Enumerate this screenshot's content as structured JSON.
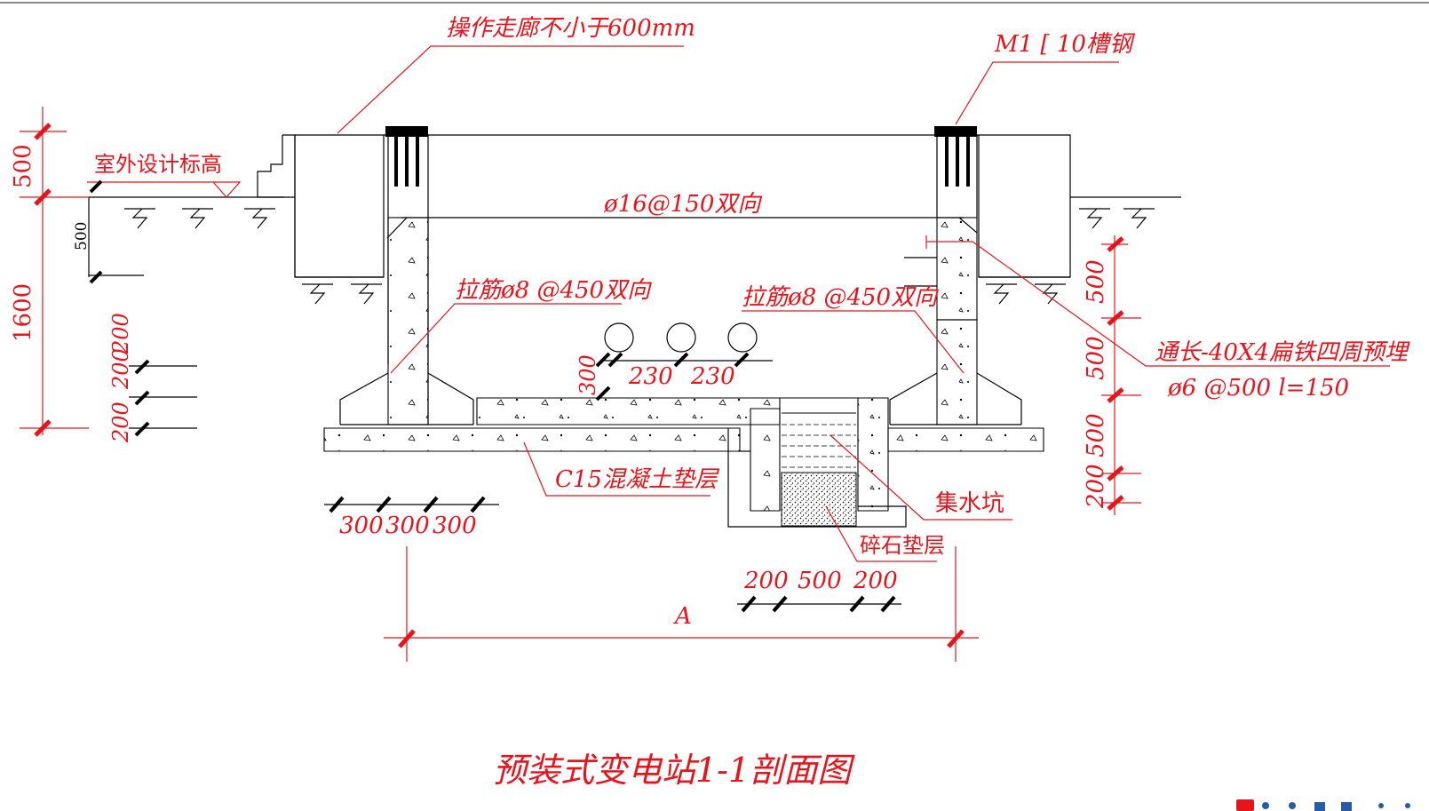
{
  "annotations": {
    "corridor_label": "操作走廊不小于600mm",
    "channel_steel_label": "M1 [ 10槽钢",
    "outdoor_grade_label": "室外设计标高",
    "top_rebar_label": "ø16@150双向",
    "tie_rebar_left_label": "拉筋ø8 @450双向",
    "tie_rebar_right_label": "拉筋ø8 @450双向",
    "flat_iron_label": "通长-40X4扁铁四周预埋",
    "anchor_label": "ø6 @500  l=150",
    "cushion_label": "C15混凝土垫层",
    "sump_label": "集水坑",
    "gravel_label": "碎石垫层",
    "title": "预装式变电站1-1剖面图"
  },
  "dimensions": {
    "left_vertical": [
      "500",
      "1600"
    ],
    "left_inner": "500",
    "left_small": [
      "200",
      "200",
      "200"
    ],
    "bottom_left": [
      "300",
      "300",
      "300"
    ],
    "pipe_spacing": [
      "230",
      "230"
    ],
    "pipe_height": "300",
    "sump_widths": [
      "200",
      "500",
      "200"
    ],
    "overall_width": "A",
    "right_vertical": [
      "500",
      "500",
      "500",
      "200"
    ]
  },
  "colors": {
    "annotation": "#e8141b",
    "linework": "#000000",
    "background": "#ffffff"
  }
}
